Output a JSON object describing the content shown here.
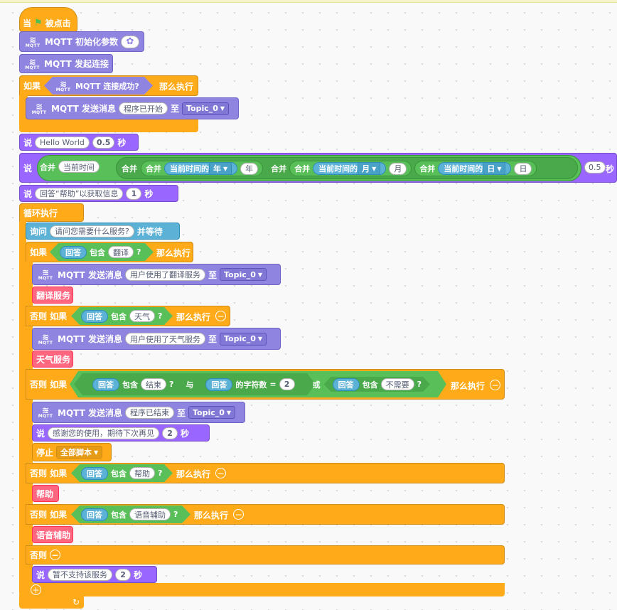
{
  "hat": {
    "prefix": "当",
    "flag_icon": "green-flag-icon",
    "suffix": "被点击"
  },
  "mqtt_badge": "MQTT",
  "mqtt_init": {
    "label": "MQTT 初始化参数",
    "gear_icon": "gear-icon"
  },
  "mqtt_connect": {
    "label": "MQTT 发起连接"
  },
  "if1": {
    "if_label": "如果",
    "cond": "MQTT 连接成功?",
    "then_label": "那么执行"
  },
  "publish1": {
    "label": "MQTT 发送消息",
    "msg": "程序已开始",
    "to": "至",
    "topic": "Topic_0"
  },
  "say1": {
    "label": "说",
    "text": "Hello World",
    "secs": "0.5",
    "unit": "秒"
  },
  "say2": {
    "label": "说",
    "join": "合并",
    "current_time": "当前时间",
    "current_time_of": "当前时间的",
    "year": "年",
    "year_suffix": "年",
    "month": "月",
    "month_suffix": "月",
    "day": "日",
    "day_suffix": "日",
    "secs": "0.5",
    "unit": "秒"
  },
  "say3": {
    "label": "说",
    "text": "回答“帮助”以获取信息",
    "secs": "1",
    "unit": "秒"
  },
  "forever": {
    "label": "循环执行"
  },
  "ask": {
    "label": "询问",
    "question": "请问您需要什么服务?",
    "wait": "并等待"
  },
  "answer": "回答",
  "contains": "包含",
  "if2": {
    "if_label": "如果",
    "word": "翻译",
    "then_label": "那么执行"
  },
  "publish2": {
    "label": "MQTT 发送消息",
    "msg": "用户使用了翻译服务",
    "to": "至",
    "topic": "Topic_0"
  },
  "custom1": {
    "label": "翻译服务"
  },
  "elif1": {
    "label": "否则 如果",
    "word": "天气",
    "then_label": "那么执行"
  },
  "publish3": {
    "label": "MQTT 发送消息",
    "msg": "用户使用了天气服务",
    "to": "至",
    "topic": "Topic_0"
  },
  "custom2": {
    "label": "天气服务"
  },
  "elif2": {
    "label": "否则 如果",
    "word1": "结束",
    "and": "与",
    "length_of": "的字符数",
    "equals": "=",
    "length_value": "2",
    "or": "或",
    "word2": "不需要",
    "then_label": "那么执行"
  },
  "publish4": {
    "label": "MQTT 发送消息",
    "msg": "程序已结束",
    "to": "至",
    "topic": "Topic_0"
  },
  "say4": {
    "label": "说",
    "text": "感谢您的使用，期待下次再见",
    "secs": "2",
    "unit": "秒"
  },
  "stop": {
    "label": "停止",
    "option": "全部脚本"
  },
  "elif3": {
    "label": "否则 如果",
    "word": "帮助",
    "then_label": "那么执行"
  },
  "custom3": {
    "label": "帮助"
  },
  "elif4": {
    "label": "否则 如果",
    "word": "语音辅助",
    "then_label": "那么执行"
  },
  "custom4": {
    "label": "语音辅助"
  },
  "else": {
    "label": "否则"
  },
  "say5": {
    "label": "说",
    "text": "暂不支持该服务",
    "secs": "2",
    "unit": "秒"
  },
  "icons": {
    "minus": "⊖",
    "plus": "⊕",
    "dropdown": "▾",
    "loop": "↻"
  }
}
